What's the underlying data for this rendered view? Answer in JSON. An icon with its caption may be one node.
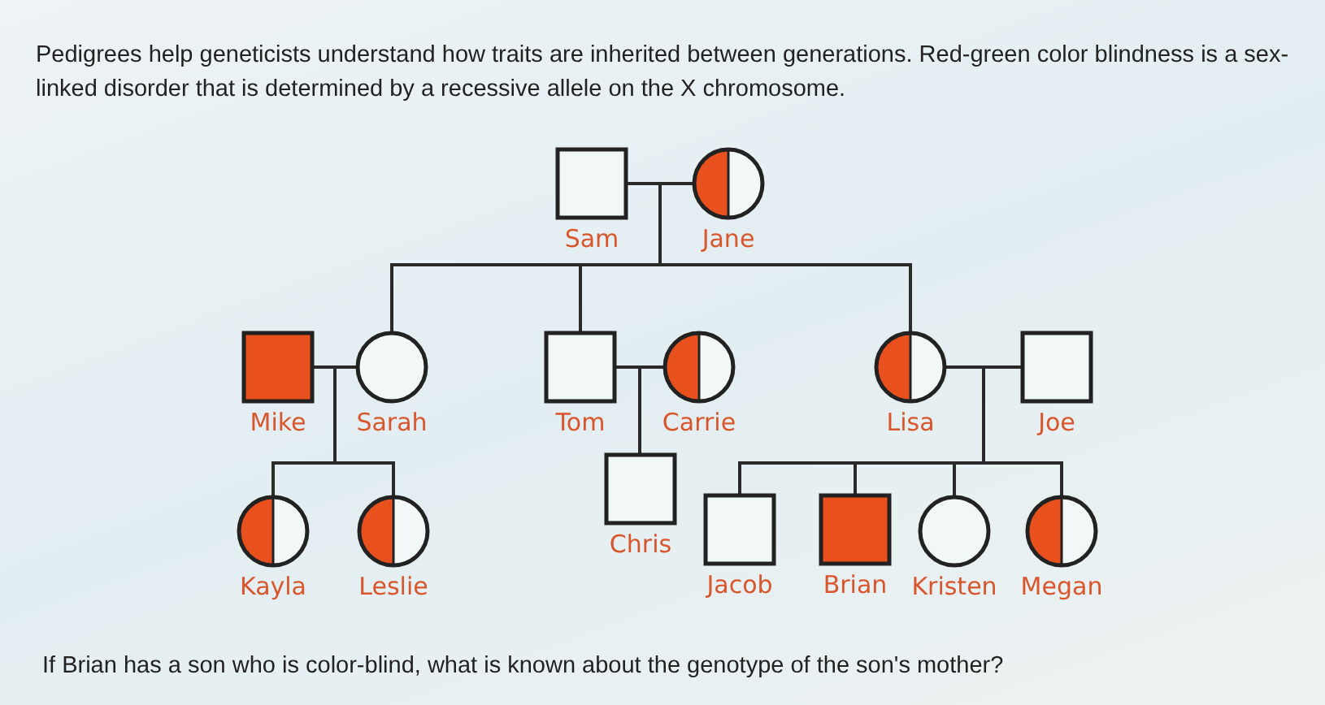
{
  "diagram": {
    "nodes": [
      {
        "text": [
          "Sam"
        ]
      },
      {
        "text": [
          "Jane"
        ]
      },
      {
        "text": [
          "Mike"
        ]
      },
      {
        "text": [
          "Sarah"
        ]
      },
      {
        "text": [
          "Tom"
        ]
      },
      {
        "text": [
          "Carrie"
        ]
      },
      {
        "text": [
          "Lisa"
        ]
      },
      {
        "text": [
          "Joe"
        ]
      },
      {
        "text": [
          "Kayla"
        ]
      },
      {
        "text": [
          "Leslie"
        ]
      },
      {
        "text": [
          "Chris"
        ]
      },
      {
        "text": [
          "Jacob"
        ]
      },
      {
        "text": [
          "Brian"
        ]
      },
      {
        "text": [
          "Kristen"
        ]
      },
      {
        "text": [
          "Megan"
        ]
      }
    ],
    "edges": [
      {
        "from": 0,
        "to": 1,
        "arrow": "none"
      },
      {
        "from": 0,
        "to": 3,
        "arrow": "none"
      },
      {
        "from": 0,
        "to": 4,
        "arrow": "none"
      },
      {
        "from": 0,
        "to": 6,
        "arrow": "none"
      },
      {
        "from": 2,
        "to": 3,
        "arrow": "none"
      },
      {
        "from": 4,
        "to": 5,
        "arrow": "none"
      },
      {
        "from": 6,
        "to": 7,
        "arrow": "none"
      },
      {
        "from": 2,
        "to": 8,
        "arrow": "none"
      },
      {
        "from": 2,
        "to": 9,
        "arrow": "none"
      },
      {
        "from": 4,
        "to": 10,
        "arrow": "none"
      },
      {
        "from": 6,
        "to": 11,
        "arrow": "none"
      },
      {
        "from": 6,
        "to": 12,
        "arrow": "none"
      },
      {
        "from": 6,
        "to": 13,
        "arrow": "none"
      },
      {
        "from": 6,
        "to": 14,
        "arrow": "none"
      }
    ],
    "labels": [
      "Pedigrees help geneticists understand how traits are inherited between generations. Red-green color blindness is a sex-linked disorder that is determined by a recessive allele on the X chromosome.",
      "If Brian has a son who is color-blind, what is known about the genotype of the son's mother?"
    ]
  }
}
